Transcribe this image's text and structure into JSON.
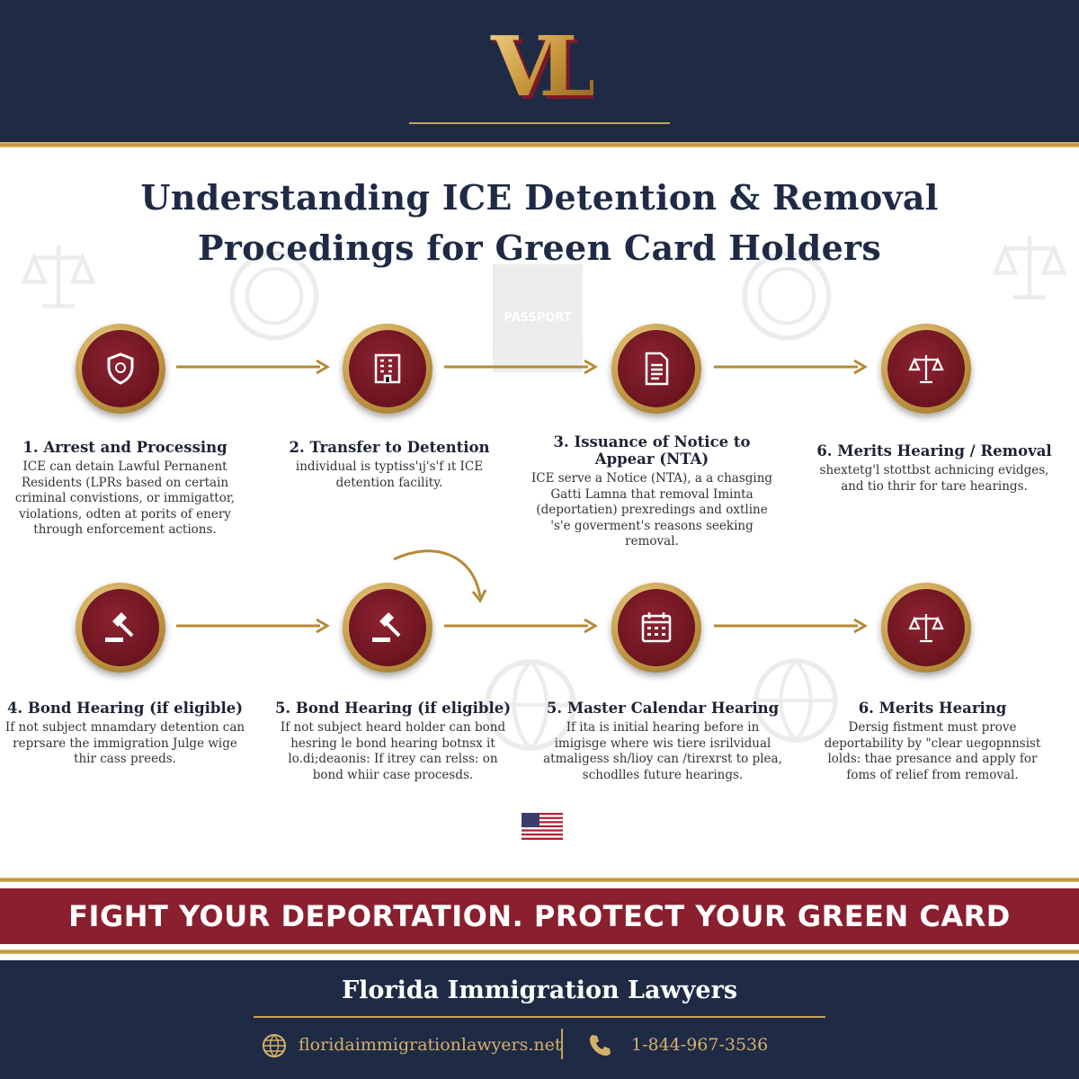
{
  "brand": {
    "logo_text": "VL"
  },
  "title": {
    "line1": "Understanding ICE Detention & Removal",
    "line2": "Procedings for Green Card Holders"
  },
  "watermark": {
    "passport_text": "PASSPORT"
  },
  "steps": [
    {
      "icon": "police-badge-icon",
      "title": "1. Arrest and Processing",
      "body": "ICE can detain Lawful Pernanent Residents (LPRs based on certain criminal convistions, or immigattor, violations, odten at porits of enery through enforcement actions."
    },
    {
      "icon": "detention-building-icon",
      "title": "2. Transfer to Detention",
      "body": "individual is typtiss'ıj's'f ıt ICE detention facility."
    },
    {
      "icon": "notice-document-icon",
      "title": "3. Issuance of Notice to Appear (NTA)",
      "body": "ICE serve a Notice (NTA), a a chasging Gatti Lamna that removal Iminta (deportatien) prexredings and oxtline 's'e goverment's reasons seeking removal."
    },
    {
      "icon": "scales-of-justice-icon",
      "title": "6. Merits Hearing / Removal",
      "body": "shextetg'l stottbst achnicing evidges, and tio thrir for tare hearings."
    },
    {
      "icon": "gavel-icon",
      "title": "4. Bond Hearing (if eligible)",
      "body": "If not subject mnamdary detention can reprsare the immigration Julge wige thir cass preeds."
    },
    {
      "icon": "gavel-icon",
      "title": "5. Bond Hearing (if eligible)",
      "body": "If not subject heard holder can bond hesring le bond hearing botnsx it lo.di;deaonis: If itrey can relss: on bond whiir case procesds."
    },
    {
      "icon": "calendar-icon",
      "title": "5. Master Calendar Hearing",
      "body": "If ita is initial hearing before in imigisge where wis tiere isrilvidual atmaligess sh/lioy can /tirexrst to plea, schodlles future hearings."
    },
    {
      "icon": "scales-of-justice-icon",
      "title": "6. Merits Hearing",
      "body": "Dersig fistment must prove deportability by \"clear uegopnnsist lolds: thae presance and apply for foms of relief from removal."
    }
  ],
  "cta": {
    "text": "FIGHT YOUR DEPORTATION. PROTECT YOUR GREEN CARD"
  },
  "footer": {
    "firm_name": "Florida Immigration Lawyers",
    "website": "floridaimmigrationlawyers.net",
    "phone": "1-844-967-3536"
  },
  "colors": {
    "navy": "#1f2b45",
    "burgundy": "#8a1f2e",
    "gold": "#c7a256",
    "white": "#ffffff"
  }
}
